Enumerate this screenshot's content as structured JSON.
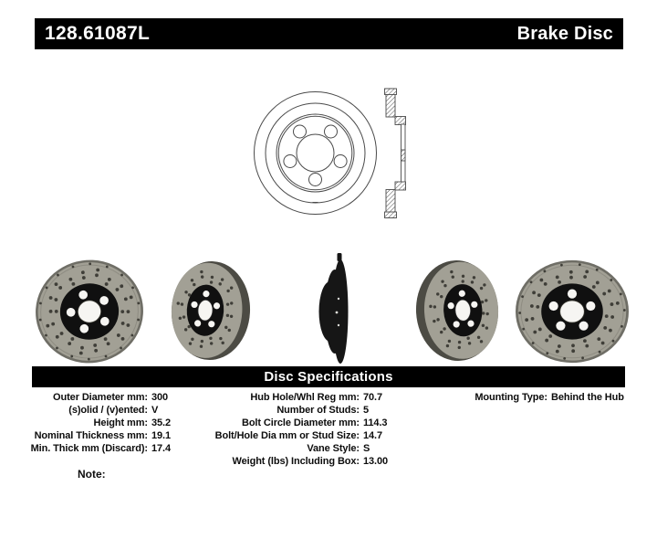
{
  "header": {
    "part_number": "128.61087L",
    "product_name": "Brake Disc"
  },
  "technical_drawing": {
    "views": [
      {
        "name": "rotor-front-view",
        "features": "outer edge, friction band, hat rim double line, 5 stud holes, center hub hole"
      },
      {
        "name": "rotor-cross-section",
        "features": "hatched vented friction ring with offset hat, behind-the-hub mounting"
      }
    ]
  },
  "product_photos": [
    {
      "view": "front-tilted",
      "description": "drilled rotor, front view slightly tilted, black hat, 5 stud holes"
    },
    {
      "view": "angled-left",
      "description": "drilled rotor angled facing left"
    },
    {
      "view": "side-profile",
      "description": "rotor edge-on silhouette"
    },
    {
      "view": "angled-right",
      "description": "drilled rotor angled facing right"
    },
    {
      "view": "front",
      "description": "drilled rotor, straight front view, black hat, 5 stud holes"
    }
  ],
  "spec_section": {
    "title": "Disc Specifications",
    "left_column": [
      {
        "label": "Outer Diameter mm:",
        "value": "300"
      },
      {
        "label": "(s)olid / (v)ented:",
        "value": "V"
      },
      {
        "label": "Height mm:",
        "value": "35.2"
      },
      {
        "label": "Nominal Thickness mm:",
        "value": "19.1"
      },
      {
        "label": "Min. Thick mm (Discard):",
        "value": "17.4"
      }
    ],
    "middle_column": [
      {
        "label": "Hub Hole/Whl Reg mm:",
        "value": "70.7"
      },
      {
        "label": "Number of Studs:",
        "value": "5"
      },
      {
        "label": "Bolt Circle Diameter mm:",
        "value": "114.3"
      },
      {
        "label": "Bolt/Hole Dia mm or Stud Size:",
        "value": "14.7"
      },
      {
        "label": "Vane Style:",
        "value": "S"
      },
      {
        "label": "Weight (lbs) Including Box:",
        "value": "13.00"
      }
    ],
    "right_column": [
      {
        "label": "Mounting Type:",
        "value": "Behind the Hub"
      }
    ],
    "note_label": "Note:"
  },
  "colors": {
    "header_bg": "#000000",
    "header_text": "#ffffff",
    "line_art": "#4a4a4a",
    "rotor_surface": "#a2a095",
    "rotor_rim": "#4c4b44",
    "rotor_edge_shade": "#6f6e66",
    "rotor_hat": "#101010",
    "drill_hole": "#3f3e38",
    "hole_white": "#f6f5f2"
  }
}
